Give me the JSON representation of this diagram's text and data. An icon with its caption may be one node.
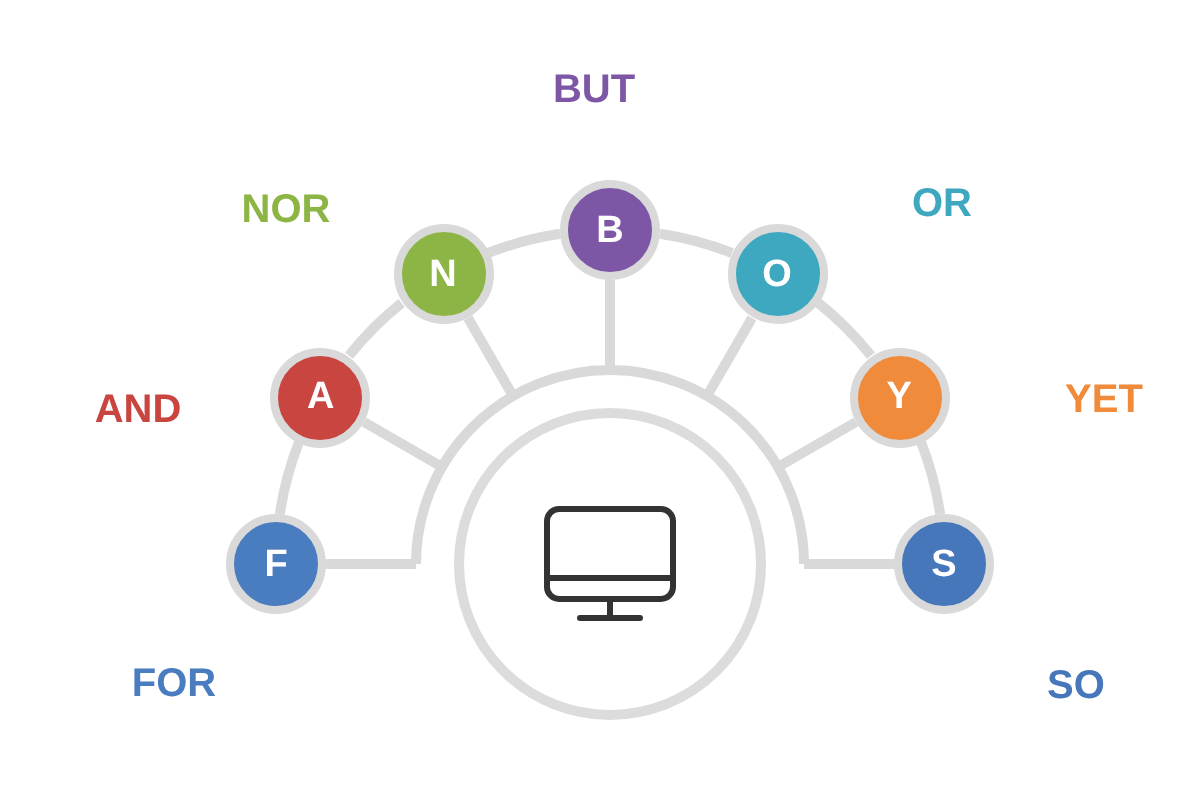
{
  "diagram": {
    "nodes": [
      {
        "text": [
          "F"
        ],
        "beside": [
          "FOR"
        ]
      },
      {
        "text": [
          "A"
        ],
        "beside": [
          "AND"
        ]
      },
      {
        "text": [
          "N"
        ],
        "beside": [
          "NOR"
        ]
      },
      {
        "text": [
          "B"
        ],
        "beside": [
          "BUT"
        ]
      },
      {
        "text": [
          "O"
        ],
        "beside": [
          "OR"
        ]
      },
      {
        "text": [
          "Y"
        ],
        "beside": [
          "YET"
        ]
      },
      {
        "text": [
          "S"
        ],
        "beside": [
          "SO"
        ]
      },
      {
        "text": [],
        "shape": "arc"
      },
      {
        "text": [],
        "shape": "circle"
      }
    ],
    "edges": [
      {
        "from": 0,
        "to": 1,
        "arrow": "none"
      },
      {
        "from": 1,
        "to": 2,
        "arrow": "none"
      },
      {
        "from": 2,
        "to": 3,
        "arrow": "none"
      },
      {
        "from": 3,
        "to": 4,
        "arrow": "none"
      },
      {
        "from": 4,
        "to": 5,
        "arrow": "none"
      },
      {
        "from": 5,
        "to": 6,
        "arrow": "none"
      },
      {
        "from": 0,
        "to": 7,
        "arrow": "none"
      },
      {
        "from": 1,
        "to": 7,
        "arrow": "none"
      },
      {
        "from": 2,
        "to": 7,
        "arrow": "none"
      },
      {
        "from": 3,
        "to": 7,
        "arrow": "none"
      },
      {
        "from": 4,
        "to": 7,
        "arrow": "none"
      },
      {
        "from": 5,
        "to": 7,
        "arrow": "none"
      },
      {
        "from": 6,
        "to": 7,
        "arrow": "none"
      }
    ]
  }
}
